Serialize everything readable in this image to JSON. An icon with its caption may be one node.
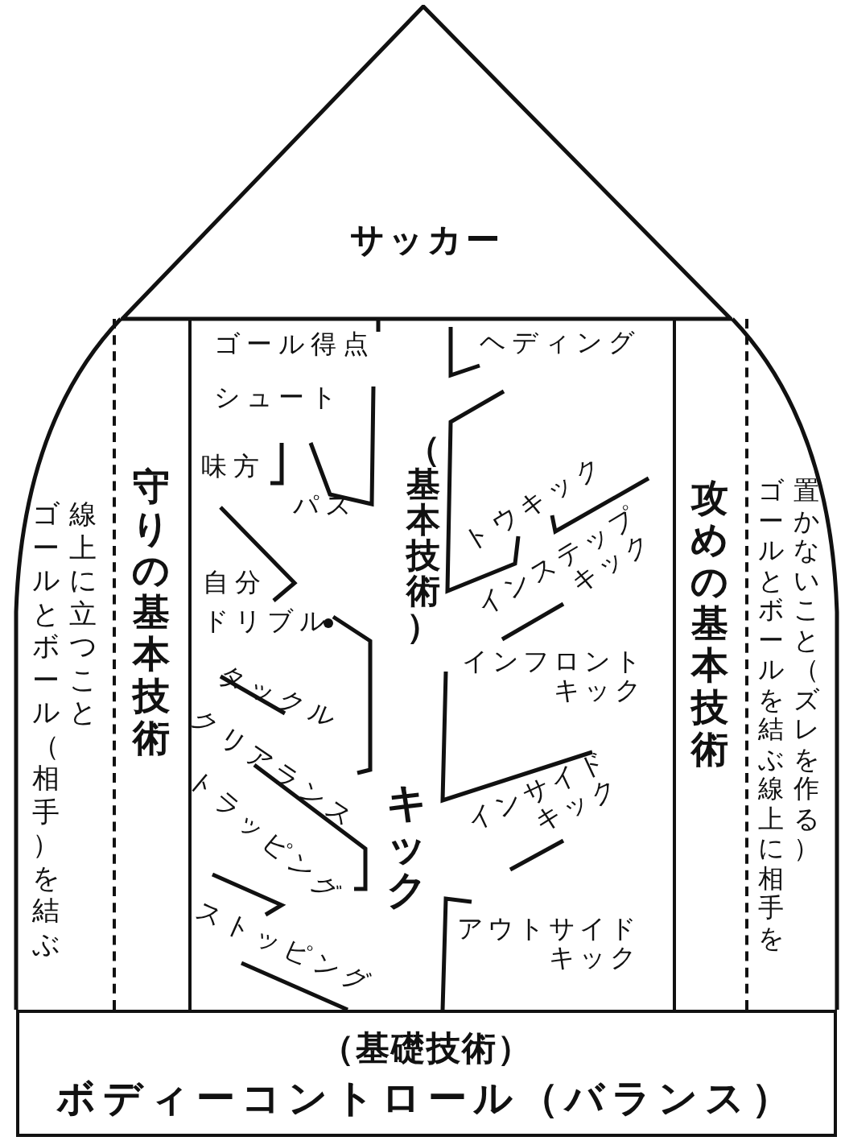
{
  "diagram": {
    "nodes": [
      {
        "text": [
          "サッカー"
        ]
      },
      {
        "text": [
          "ゴールとボール（相手）を結ぶ線上に立つこと"
        ]
      },
      {
        "text": [
          "守りの基本技術"
        ]
      },
      {
        "text": [
          "（基本技術）",
          "キック"
        ]
      },
      {
        "text": [
          "攻めの基本技術"
        ]
      },
      {
        "text": [
          "ゴールとボールを結ぶ線上に相手を置かないこと（ズレを作る）"
        ]
      },
      {
        "text": [
          "（基礎技術）",
          "ボディーコントロール（バランス）"
        ]
      }
    ],
    "labels": [
      "ゴール得点",
      "ヘディング",
      "シュート",
      "味方",
      "トウキック",
      "パス",
      "インステップキック",
      "自分",
      "ドリブル",
      "インフロントキック",
      "タックル",
      "クリアランス",
      "インサイドキック",
      "トラッピング",
      "ストッピング",
      "アウトサイドキック"
    ]
  }
}
